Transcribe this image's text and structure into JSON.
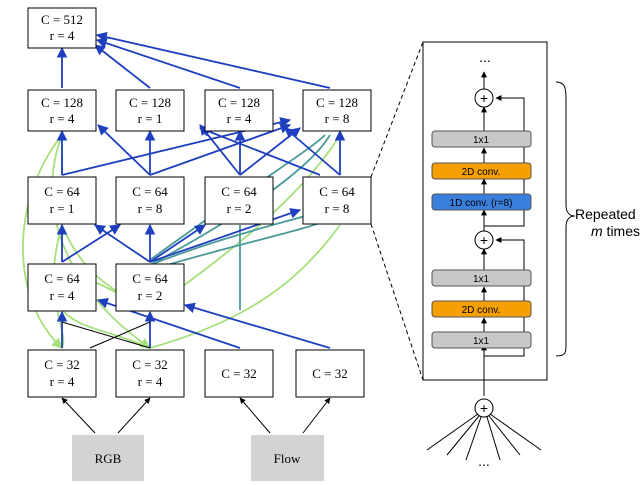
{
  "nodes": {
    "top": {
      "c": "C = 512",
      "r": "r = 4"
    },
    "l2_a": {
      "c": "C = 128",
      "r": "r = 4"
    },
    "l2_b": {
      "c": "C = 128",
      "r": "r = 1"
    },
    "l2_c": {
      "c": "C = 128",
      "r": "r = 4"
    },
    "l2_d": {
      "c": "C = 128",
      "r": "r = 8"
    },
    "l3_a": {
      "c": "C = 64",
      "r": "r = 1"
    },
    "l3_b": {
      "c": "C = 64",
      "r": "r = 8"
    },
    "l3_c": {
      "c": "C = 64",
      "r": "r = 2"
    },
    "l3_d": {
      "c": "C = 64",
      "r": "r = 8"
    },
    "l4_a": {
      "c": "C = 64",
      "r": "r = 4"
    },
    "l4_b": {
      "c": "C = 64",
      "r": "r = 2"
    },
    "l5_a": {
      "c": "C = 32",
      "r": "r = 4"
    },
    "l5_b": {
      "c": "C = 32",
      "r": "r = 4"
    },
    "l5_c": {
      "c": "C = 32"
    },
    "l5_d": {
      "c": "C = 32"
    }
  },
  "inputs": {
    "rgb": "RGB",
    "flow": "Flow"
  },
  "block": {
    "ellipsis_top": "...",
    "ellipsis_bottom": "...",
    "plus": "+",
    "layers": {
      "conv1x1_top": "1x1",
      "conv2d_top": "2D conv.",
      "conv1d": "1D conv. (r=8)",
      "conv1x1_mid": "1x1",
      "conv2d_bottom": "2D conv.",
      "conv1x1_bottom": "1x1"
    }
  },
  "repeat": {
    "line1": "Repeated",
    "line2": "m times"
  },
  "colors": {
    "blue": "#1f3fbf",
    "teal": "#4a9a9a",
    "light_green": "#a6e07a",
    "gray_layer": "#c8c8c8",
    "orange_layer": "#f5a000",
    "blue_layer": "#3a7fdc",
    "input_gray": "#d3d3d3"
  }
}
